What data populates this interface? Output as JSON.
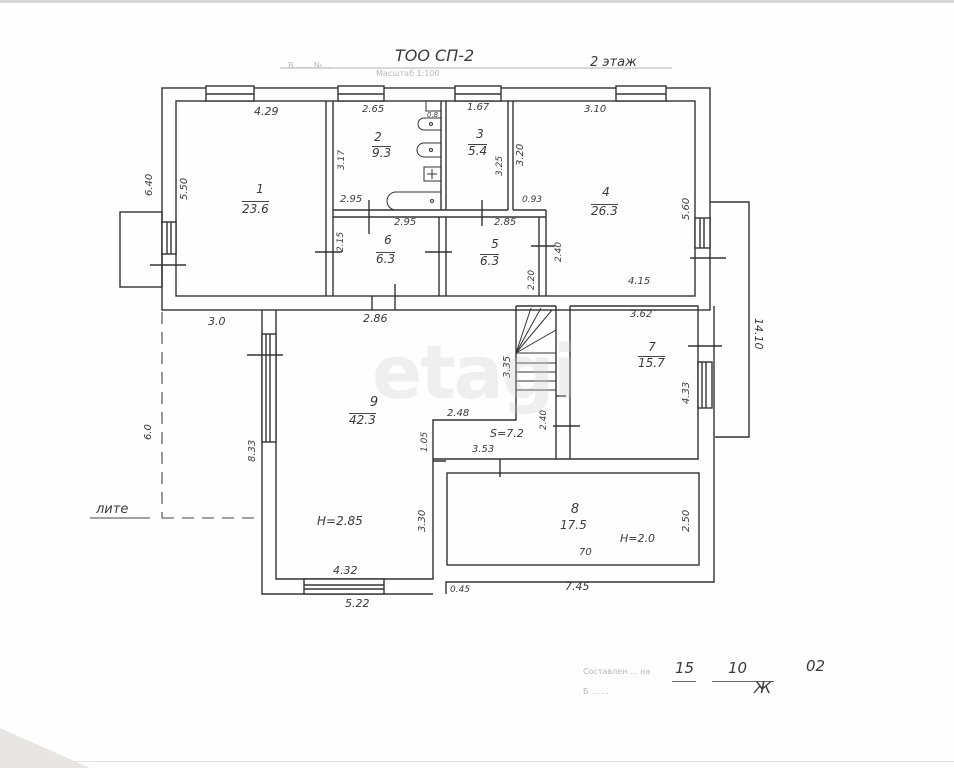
{
  "header": {
    "org": "ТОО СП-2",
    "floor": "2 этаж",
    "faint_left": "В ...... № ...",
    "scale": "Масштаб 1:100"
  },
  "rooms": [
    {
      "num": "1",
      "area": "23.6",
      "dims": [
        "4.29",
        "5.50"
      ]
    },
    {
      "num": "2",
      "area": "9.3",
      "dims": [
        "2.65",
        "3.17",
        "2.95",
        "0.8"
      ]
    },
    {
      "num": "3",
      "area": "5.4",
      "dims": [
        "1.67",
        "3.25"
      ]
    },
    {
      "num": "4",
      "area": "26.3",
      "dims": [
        "3.10",
        "3.20",
        "0.93",
        "5.60",
        "4.15"
      ]
    },
    {
      "num": "5",
      "area": "6.3",
      "dims": [
        "2.85",
        "2.20",
        "2.40"
      ]
    },
    {
      "num": "6",
      "area": "6.3",
      "dims": [
        "2.95",
        "2.15"
      ]
    },
    {
      "num": "7",
      "area": "15.7",
      "dims": [
        "3.62",
        "4.33"
      ]
    },
    {
      "num": "8",
      "area": "17.5",
      "dims": [
        "2.50"
      ],
      "height": "H=2.0",
      "note": "70"
    },
    {
      "num": "9",
      "area": "42.3",
      "dims": [
        "2.86",
        "8.33",
        "1.05",
        "2.48",
        "3.30",
        "4.32"
      ],
      "height": "H=2.85"
    }
  ],
  "hall": {
    "area_label": "S=7.2",
    "dims": [
      "3.35",
      "2.40",
      "3.53"
    ]
  },
  "outer_dims": {
    "left_upper": "6.40",
    "left_setback": "3.0",
    "left_lower": "6.0",
    "right_total": "14.10",
    "bottom_left": "5.22",
    "bottom_step": "0.45",
    "bottom_right": "7.45"
  },
  "liter_label": "лите",
  "stamp": {
    "faint_line1": "Составлен ... на",
    "day": "15",
    "month": "10",
    "year": "02",
    "faint_line2": "Б ... ...",
    "signature": "Ж"
  },
  "watermark": "etagi"
}
